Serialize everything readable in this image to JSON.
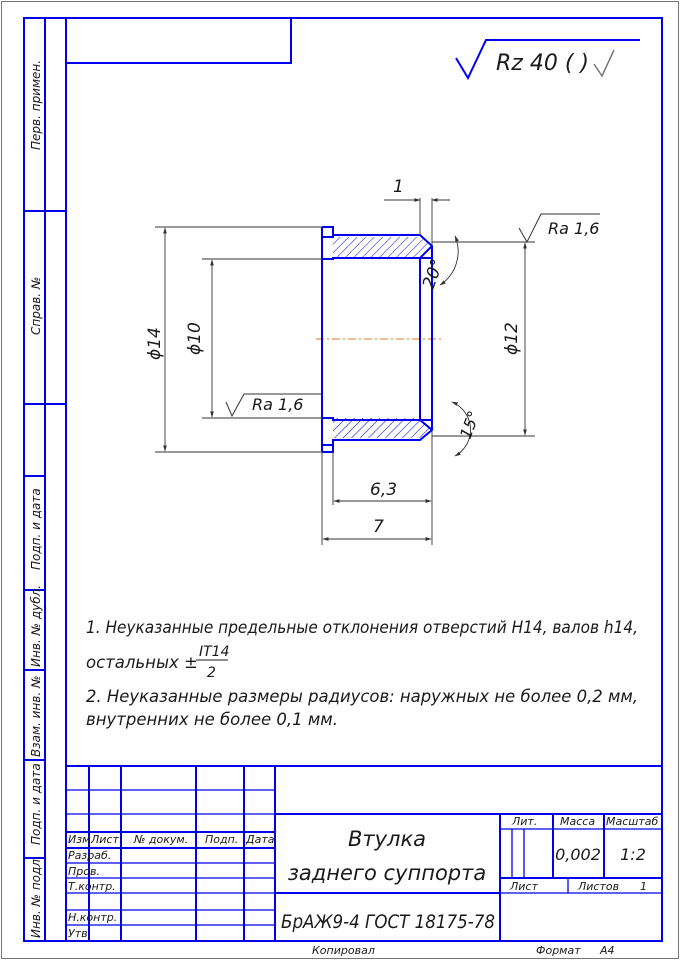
{
  "roughness": {
    "general": "Rz 40"
  },
  "dimensions": {
    "chamfer_width": "1",
    "diam_outer": "ϕ14",
    "diam_hole": "ϕ10",
    "diam_shank": "ϕ12",
    "length_shank": "6,3",
    "length_total": "7",
    "angle_top": "20°",
    "angle_bottom": "15°",
    "ra_outer": "Ra 1,6",
    "ra_inner": "Ra 1,6"
  },
  "notes": {
    "note1_line1": "1. Неуказанные предельные отклонения отверстий H14, валов h14,",
    "note1_prefix": "остальных ±",
    "note1_frac_num": "IT14",
    "note1_frac_den": "2",
    "note2_line1": "2. Неуказанные размеры радиусов: наружных не более 0,2 мм,",
    "note2_line2": "внутренних не более 0,1 мм."
  },
  "side_labels": {
    "perv_primen": "Перв. примен.",
    "sprav_no": "Справ. №",
    "podp_data_1": "Подп. и дата",
    "inv_dubl": "Инв. № дубл.",
    "vzam_inv": "Взам. инв. №",
    "podp_data_2": "Подп. и дата",
    "inv_podl": "Инв. № подл."
  },
  "title_block": {
    "col_izm": "Изм.",
    "col_list": "Лист",
    "col_dokum": "№ докум.",
    "col_podp": "Подп.",
    "col_data": "Дата",
    "row_razrab": "Разраб.",
    "row_prov": "Пров.",
    "row_tkontr": "Т.контр.",
    "row_nkontr": "Н.контр.",
    "row_utv": "Утв.",
    "name_line1": "Втулка",
    "name_line2": "заднего суппорта",
    "material": "БрАЖ9-4 ГОСТ 18175-78",
    "lit": "Лит.",
    "massa": "Масса",
    "masshtab": "Масштаб",
    "massa_val": "0,002",
    "masshtab_val": "1:2",
    "list_label": "Лист",
    "listov_label": "Листов",
    "listov_val": "1"
  },
  "footer": {
    "kopiroval": "Копировал",
    "format_label": "Формат",
    "format_val": "А4"
  }
}
